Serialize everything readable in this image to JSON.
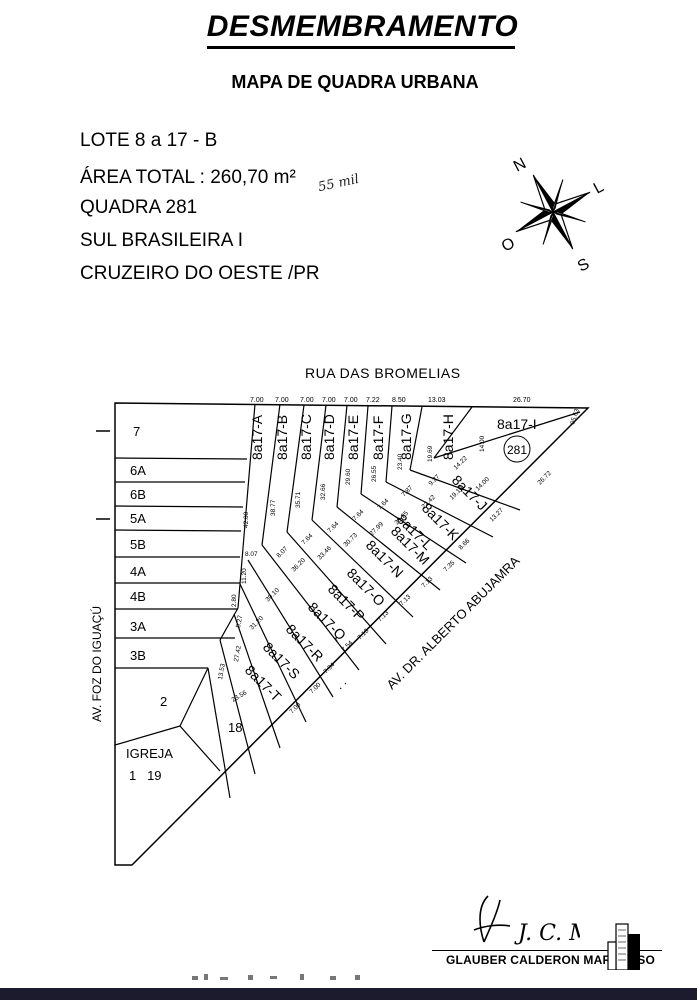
{
  "header": {
    "title": "DESMEMBRAMENTO",
    "subtitle": "MAPA DE QUADRA URBANA"
  },
  "info": {
    "lote": "LOTE  8  a 17 - B",
    "area": "ÁREA TOTAL :  260,70 m²",
    "quadra": "QUADRA 281",
    "bairro": "SUL BRASILEIRA I",
    "cidade": "CRUZEIRO DO OESTE /PR",
    "handwritten_note": "55 mil"
  },
  "compass": {
    "north": "N",
    "east": "L",
    "south": "S",
    "west": "O"
  },
  "streets": {
    "top": "RUA DAS BROMELIAS",
    "left": "AV. FOZ DO IGUAÇÚ",
    "diagonal": "AV. DR. ALBERTO ABUJAMRA"
  },
  "left_lots": [
    "7",
    "6A",
    "6B",
    "5A",
    "5B",
    "4A",
    "4B",
    "3A",
    "3B",
    "2",
    "18",
    "IGREJA",
    "1   19"
  ],
  "block_number": "281",
  "vertical_lots": [
    {
      "label": "8a17-A",
      "width": "7.00",
      "depth": "42.00"
    },
    {
      "label": "8a17-B",
      "width": "7.00",
      "depth": "38.77"
    },
    {
      "label": "8a17-C",
      "width": "7.00",
      "depth": "35.71"
    },
    {
      "label": "8a17-D",
      "width": "7.00",
      "depth": "32.66"
    },
    {
      "label": "8a17-E",
      "width": "7.00",
      "depth": "29.60"
    },
    {
      "label": "8a17-F",
      "width": "7.22",
      "depth": "26.55"
    },
    {
      "label": "8a17-G",
      "width": "8.50",
      "depth": "23.40"
    },
    {
      "label": "8a17-H",
      "width": "13.03",
      "depth": "19.69"
    },
    {
      "label": "8a17-I",
      "width": "26.70",
      "depth": "14.00"
    }
  ],
  "diagonal_lots": [
    {
      "label": "8a17-J",
      "length": "14.00"
    },
    {
      "label": "8a17-K",
      "length": "19.10"
    },
    {
      "label": "8a17-L",
      "length": "22.42"
    },
    {
      "label": "8a17-M",
      "length": "25.25"
    },
    {
      "label": "8a17-N",
      "length": "27.99"
    },
    {
      "label": "8a17-O",
      "length": "30.73"
    },
    {
      "label": "8a17-P",
      "length": "33.46"
    },
    {
      "label": "8a17-Q",
      "length": "36.20"
    },
    {
      "label": "8a17-R",
      "length": "39.10"
    },
    {
      "label": "8a17-S",
      "length": "31.20"
    },
    {
      "label": "8a17-T",
      "length": "23.56"
    }
  ],
  "dimension_labels": {
    "east_edge_top": "05.63",
    "east_edge": "26.72",
    "j_bottom": "13.27",
    "front_k": "8.66",
    "front_l": "7.35",
    "front_m": "7.13",
    "front_n": "7.13",
    "front_o": "7.13",
    "front_p": "7.13",
    "front_q": "7.54",
    "front_r": "7.94",
    "front_s": "7.00",
    "front_t": "7.00",
    "h_small": "14.22",
    "g_small": "9.27",
    "f_small": "7.87",
    "e_small": "7.64",
    "d_small": "7.64",
    "c_small": "7.64",
    "b_small": "7.64",
    "a_small": "8.07",
    "left_11": "11.20",
    "left_28": "2.80",
    "left_527": "5.27",
    "left_2742": "27.42",
    "left_1353": "13.53"
  },
  "signature": {
    "initials": "J. C. M",
    "name": "GLAUBER CALDERON MARCASSO"
  }
}
